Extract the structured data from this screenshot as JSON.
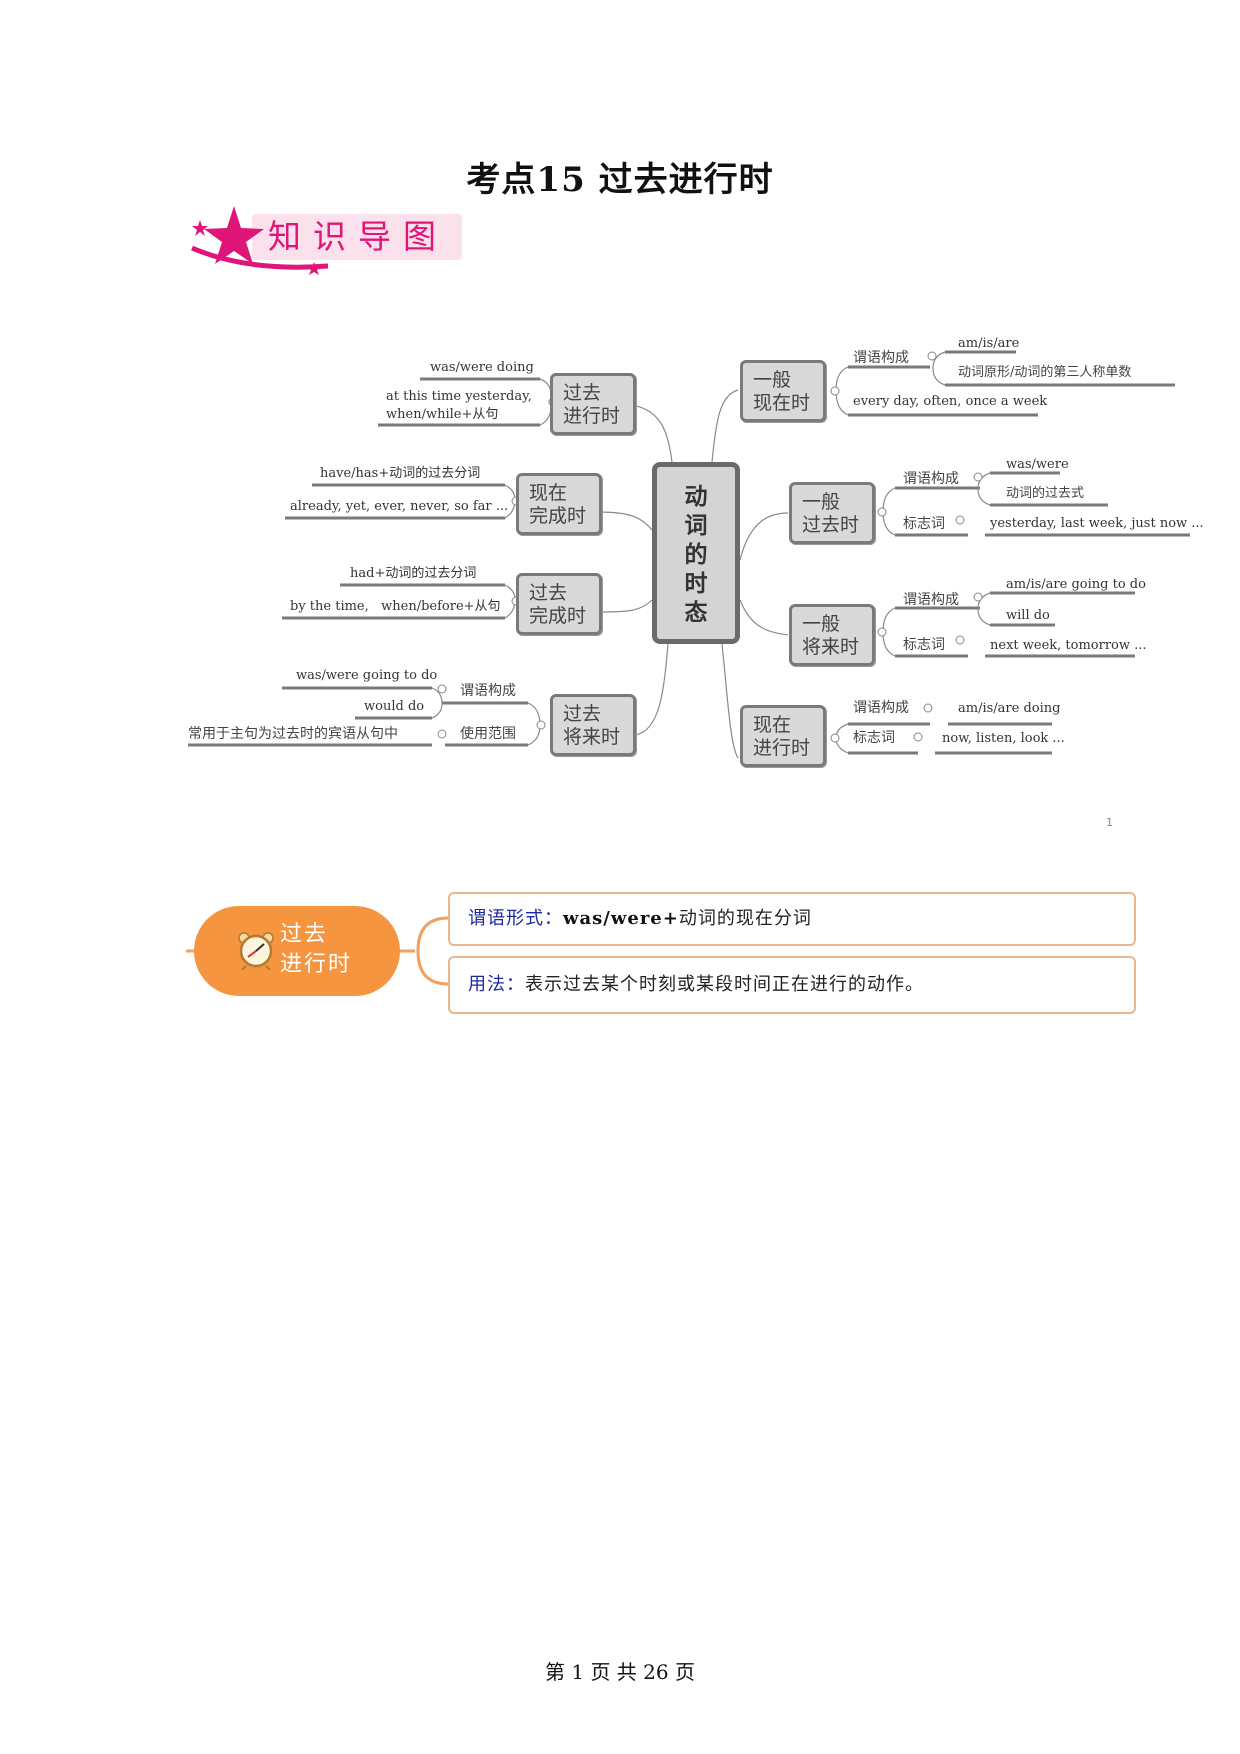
{
  "page": {
    "title": "考点15 过去进行时",
    "banner": "知识导图",
    "page_marker": "1",
    "footer": "第 1 页 共 26 页"
  },
  "mindmap": {
    "central": [
      "动",
      "词",
      "的",
      "时",
      "态"
    ],
    "left": [
      {
        "node": [
          "过去",
          "进行时"
        ],
        "leaves": [
          "was/were doing",
          "at this time yesterday,",
          "when/while+从句"
        ]
      },
      {
        "node": [
          "现在",
          "完成时"
        ],
        "leaves": [
          "have/has+动词的过去分词",
          "already, yet, ever, never, so far ..."
        ]
      },
      {
        "node": [
          "过去",
          "完成时"
        ],
        "leaves": [
          "had+动词的过去分词",
          "by the time,   when/before+从句"
        ]
      },
      {
        "node": [
          "过去",
          "将来时"
        ],
        "branches": [
          {
            "label": "谓语构成",
            "leaves": [
              "was/were going to do",
              "would do"
            ]
          },
          {
            "label": "使用范围",
            "leaves": [
              "常用于主句为过去时的宾语从句中"
            ]
          }
        ]
      }
    ],
    "right": [
      {
        "node": [
          "一般",
          "现在时"
        ],
        "branches": [
          {
            "label": "谓语构成",
            "leaves": [
              "am/is/are",
              "动词原形/动词的第三人称单数"
            ]
          },
          {
            "label": "every day, often, once a week",
            "leaves": []
          }
        ]
      },
      {
        "node": [
          "一般",
          "过去时"
        ],
        "branches": [
          {
            "label": "谓语构成",
            "leaves": [
              "was/were",
              "动词的过去式"
            ]
          },
          {
            "label": "标志词",
            "leaves": [
              "yesterday, last week, just now ..."
            ]
          }
        ]
      },
      {
        "node": [
          "一般",
          "将来时"
        ],
        "branches": [
          {
            "label": "谓语构成",
            "leaves": [
              "am/is/are going to do",
              "will do"
            ]
          },
          {
            "label": "标志词",
            "leaves": [
              "next week, tomorrow ..."
            ]
          }
        ]
      },
      {
        "node": [
          "现在",
          "进行时"
        ],
        "branches": [
          {
            "label": "谓语构成",
            "leaves": [
              "am/is/are doing"
            ]
          },
          {
            "label": "标志词",
            "leaves": [
              "now, listen, look ..."
            ]
          }
        ]
      }
    ]
  },
  "summary": {
    "node": [
      "过去",
      "进行时"
    ],
    "icon": "alarm-clock-icon",
    "accent_color": "#f5953f",
    "items": [
      {
        "label": "谓语形式：",
        "value_bold": "was/were+",
        "value": "动词的现在分词"
      },
      {
        "label": "用法：",
        "value_bold": "",
        "value": "表示过去某个时刻或某段时间正在进行的动作。"
      }
    ]
  }
}
